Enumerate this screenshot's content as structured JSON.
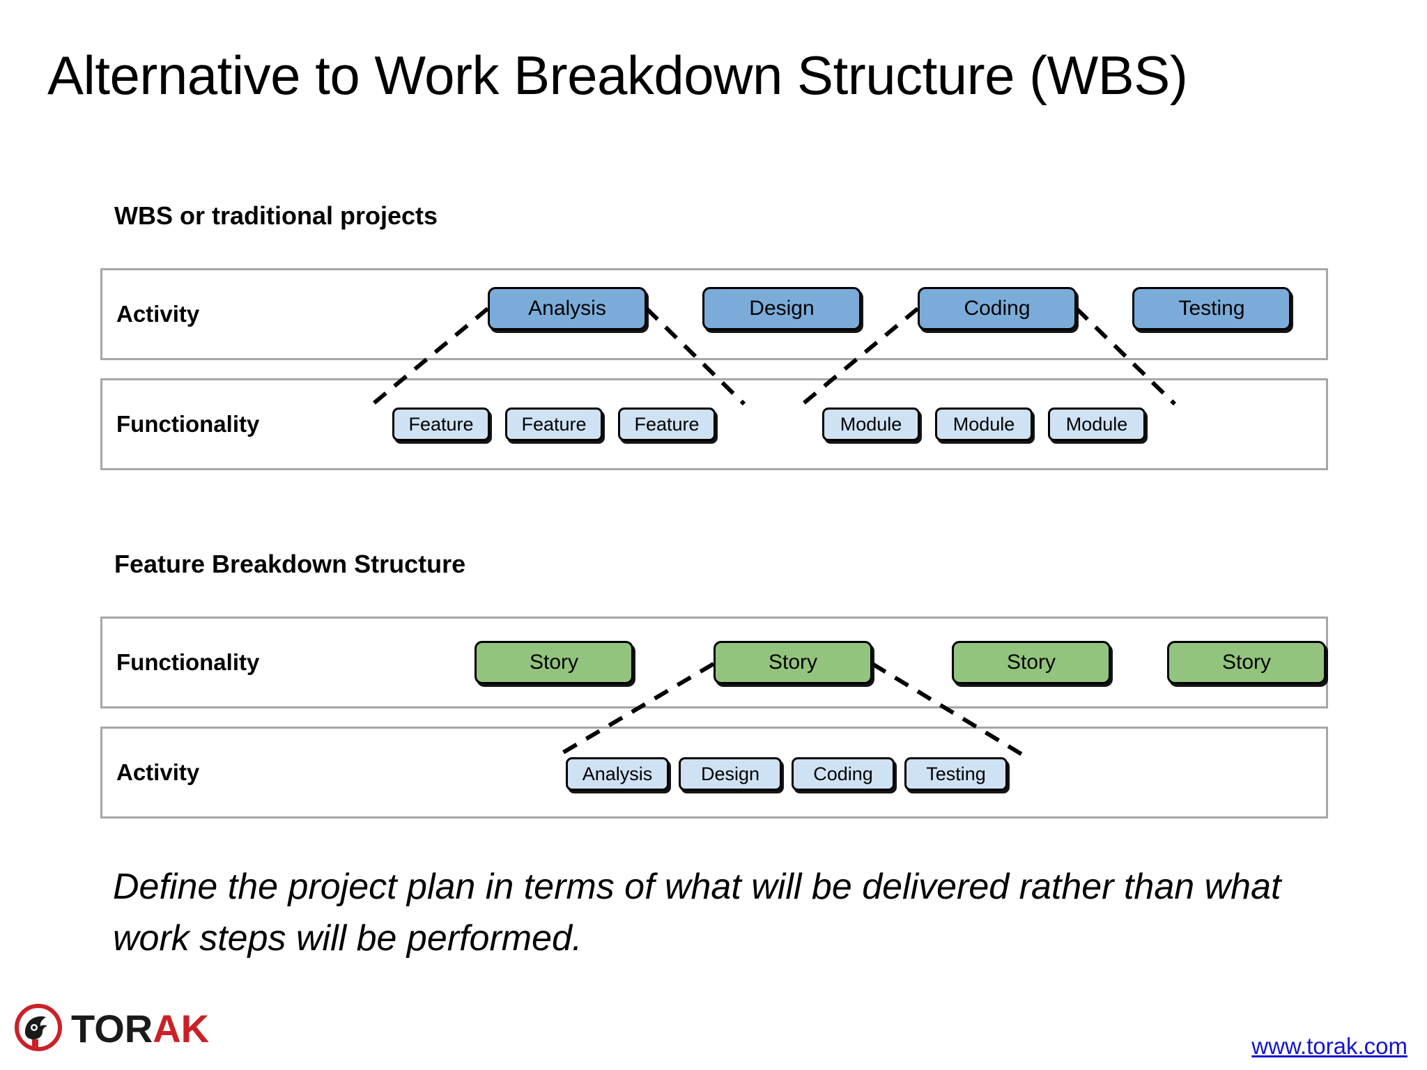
{
  "slide": {
    "title": "Alternative to Work Breakdown Structure (WBS)",
    "caption": "Define the project plan in terms of what will be delivered rather than what work steps will be performed."
  },
  "sections": {
    "wbs": {
      "heading": "WBS or traditional projects",
      "rows": [
        {
          "label": "Activity",
          "nodes": [
            {
              "label": "Analysis",
              "color": "#7bacd9"
            },
            {
              "label": "Design",
              "color": "#7bacd9"
            },
            {
              "label": "Coding",
              "color": "#7bacd9"
            },
            {
              "label": "Testing",
              "color": "#7bacd9"
            }
          ]
        },
        {
          "label": "Functionality",
          "nodes": [
            {
              "label": "Feature",
              "color": "#cfe2f3"
            },
            {
              "label": "Feature",
              "color": "#cfe2f3"
            },
            {
              "label": "Feature",
              "color": "#cfe2f3"
            },
            {
              "label": "Module",
              "color": "#cfe2f3"
            },
            {
              "label": "Module",
              "color": "#cfe2f3"
            },
            {
              "label": "Module",
              "color": "#cfe2f3"
            }
          ]
        }
      ]
    },
    "fbs": {
      "heading": "Feature Breakdown Structure",
      "rows": [
        {
          "label": "Functionality",
          "nodes": [
            {
              "label": "Story",
              "color": "#93c47d"
            },
            {
              "label": "Story",
              "color": "#93c47d"
            },
            {
              "label": "Story",
              "color": "#93c47d"
            },
            {
              "label": "Story",
              "color": "#93c47d"
            }
          ]
        },
        {
          "label": "Activity",
          "nodes": [
            {
              "label": "Analysis",
              "color": "#cfe2f3"
            },
            {
              "label": "Design",
              "color": "#cfe2f3"
            },
            {
              "label": "Coding",
              "color": "#cfe2f3"
            },
            {
              "label": "Testing",
              "color": "#cfe2f3"
            }
          ]
        }
      ]
    }
  },
  "footer": {
    "logo_text_dark": "TOR",
    "logo_text_red": "AK",
    "link": "www.torak.com",
    "link_color": "#1414cc"
  },
  "colors": {
    "activity_blue": "#7bacd9",
    "story_green": "#93c47d",
    "detail_lightblue": "#cfe2f3",
    "band_border": "#a6a6a6",
    "connector": "#000000"
  }
}
